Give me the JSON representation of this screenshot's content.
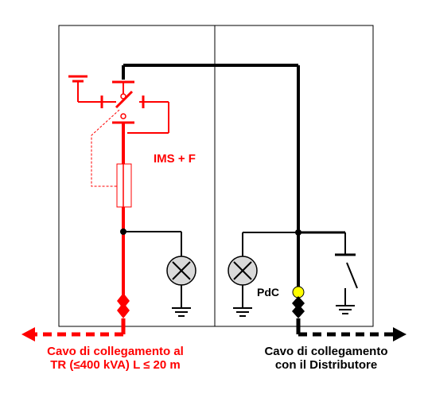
{
  "labels": {
    "ims": "IMS + F",
    "pdc": "PdC",
    "left_caption_line1": "Cavo di collegamento  al",
    "left_caption_line2": "TR (≤400 kVA) L ≤ 20 m",
    "right_caption_line1": "Cavo di collegamento",
    "right_caption_line2": "con il Distributore"
  },
  "colors": {
    "user_side": "#ff0000",
    "distributor_side": "#000000",
    "lamp_fill": "#d9d9d9",
    "pdc_marker": "#ffff00",
    "enclosure": "#000000"
  },
  "icons": [
    "earthing-switch-icon",
    "disconnector-switch-icon",
    "fuse-icon",
    "lamp-icon",
    "ground-icon",
    "cable-termination-icon",
    "arrow-left-icon",
    "arrow-right-icon"
  ]
}
